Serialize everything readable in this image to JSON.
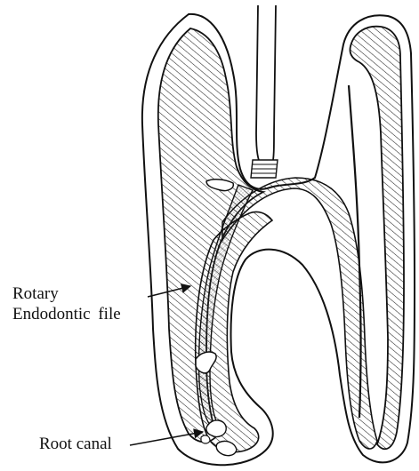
{
  "labels": {
    "file_line1": "Rotary",
    "file_line2": "Endodontic  file",
    "root_canal": "Root canal"
  },
  "colors": {
    "ink": "#111111",
    "background": "#ffffff"
  }
}
